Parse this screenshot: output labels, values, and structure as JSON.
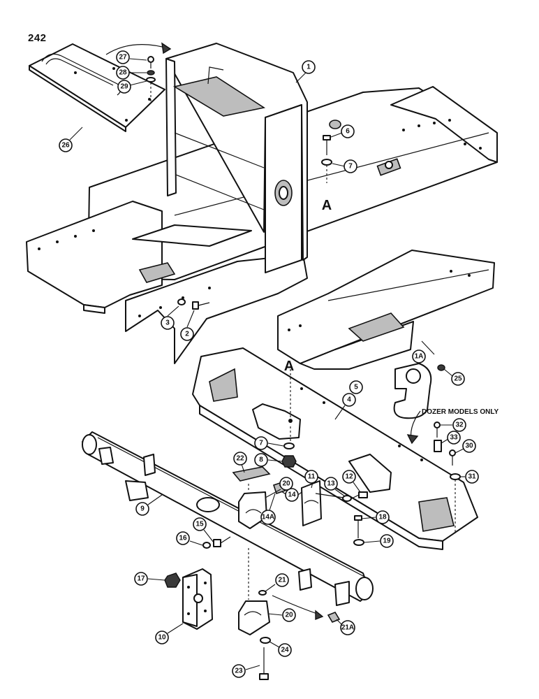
{
  "page": {
    "number": "242"
  },
  "section_markers": [
    "A",
    "A"
  ],
  "notes": {
    "dozer_only": "DOZER MODELS ONLY"
  },
  "callouts": [
    "1",
    "1A",
    "2",
    "3",
    "4",
    "5",
    "6",
    "7",
    "7",
    "8",
    "9",
    "10",
    "11",
    "12",
    "13",
    "14",
    "14A",
    "15",
    "16",
    "17",
    "18",
    "19",
    "20",
    "20",
    "21",
    "21A",
    "22",
    "23",
    "24",
    "25",
    "26",
    "27",
    "28",
    "29",
    "30",
    "31",
    "32",
    "33"
  ]
}
